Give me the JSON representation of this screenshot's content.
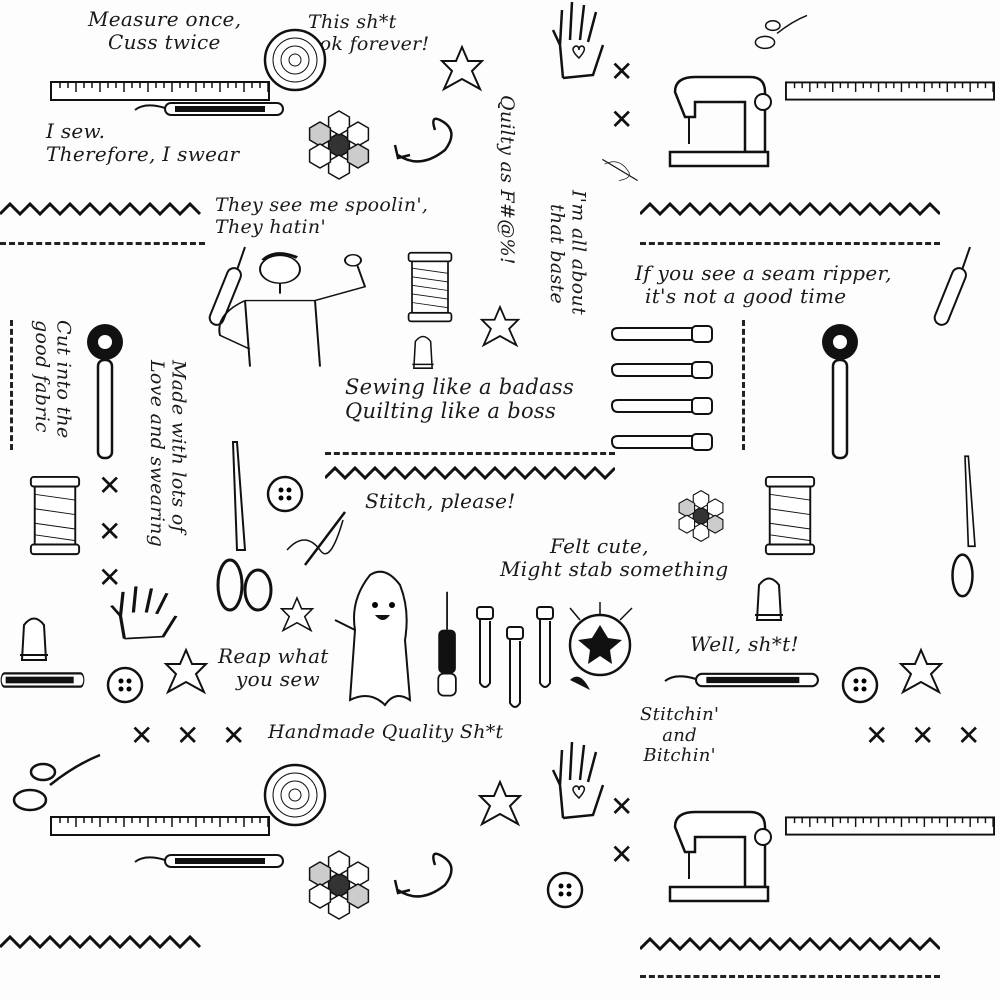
{
  "pattern": {
    "ink_color": "#1a1a1a",
    "background_color": "#fdfdfd",
    "phrases": {
      "handmade": "Handmade Quality Sh*t",
      "measure_1": "Measure once,",
      "measure_2": "Cuss twice",
      "forever_1": "This sh*t",
      "forever_2": "took forever!",
      "sew_1": "I sew.",
      "sew_2": "Therefore, I swear",
      "spoolin_1": "They see me spoolin',",
      "spoolin_2": "They hatin'",
      "quilty": "Quilty as F#@%!",
      "baste_1": "I'm all about",
      "baste_2": "that baste",
      "ripper_1": "If you see a seam ripper,",
      "ripper_2": "it's not a good time",
      "cut_1": "Cut into the",
      "cut_2": "good fabric",
      "love_1": "Made with lots of",
      "love_2": "Love and swearing",
      "badass_1": "Sewing like a badass",
      "badass_2": "Quilting like a boss",
      "stitch": "Stitch, please!",
      "cute_1": "Felt cute,",
      "cute_2": "Might stab something",
      "well": "Well, sh*t!",
      "reap_1": "Reap what",
      "reap_2": "you sew",
      "bitchin_1": "Stitchin'",
      "bitchin_2": "and",
      "bitchin_3": "Bitchin'"
    },
    "cross_mark": "✕"
  }
}
